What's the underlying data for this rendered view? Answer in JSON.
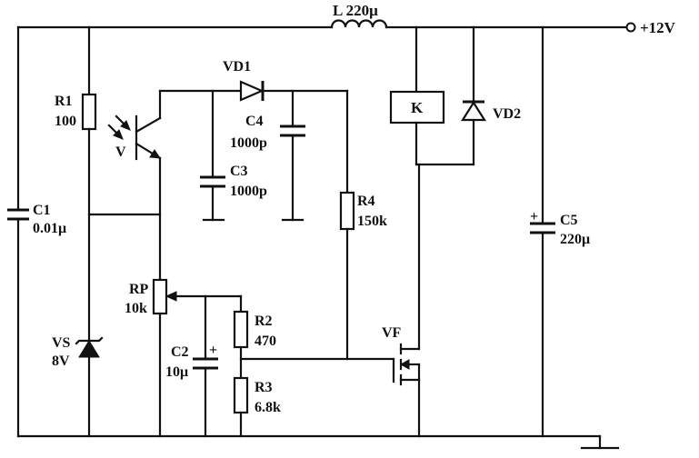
{
  "supply": {
    "label": "+12V"
  },
  "inductor": {
    "label": "L 220μ"
  },
  "components": {
    "R1": {
      "name": "R1",
      "value": "100"
    },
    "V": {
      "name": "V"
    },
    "VD1": {
      "name": "VD1"
    },
    "C4": {
      "name": "C4",
      "value": "1000p"
    },
    "C3": {
      "name": "C3",
      "value": "1000p"
    },
    "R4": {
      "name": "R4",
      "value": "150k"
    },
    "K": {
      "name": "K"
    },
    "VD2": {
      "name": "VD2"
    },
    "C1": {
      "name": "C1",
      "value": "0.01μ"
    },
    "C5": {
      "name": "C5",
      "value": "220μ"
    },
    "RP": {
      "name": "RP",
      "value": "10k"
    },
    "R2": {
      "name": "R2",
      "value": "470"
    },
    "C2": {
      "name": "C2",
      "value": "10μ"
    },
    "R3": {
      "name": "R3",
      "value": "6.8k"
    },
    "VS": {
      "name": "VS",
      "value": "8V"
    },
    "VF": {
      "name": "VF"
    }
  },
  "polarity": {
    "plus": "+"
  }
}
